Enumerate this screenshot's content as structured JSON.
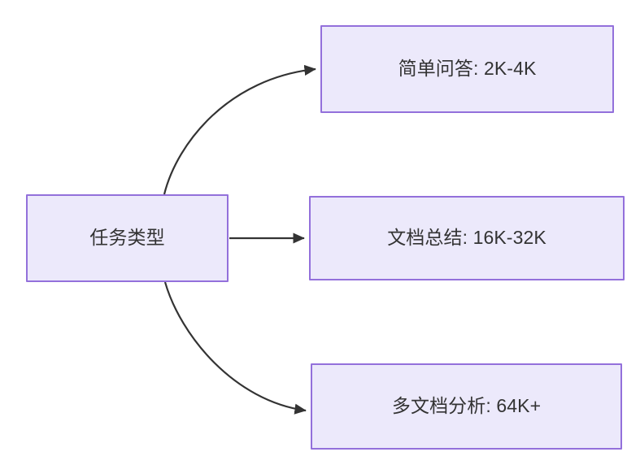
{
  "diagram": {
    "type": "flowchart",
    "orientation": "left-to-right",
    "background_color": "#ffffff",
    "node_fill_color": "#ece9fb",
    "node_border_color": "#9370db",
    "node_text_color": "#333333",
    "edge_color": "#333333",
    "nodes": [
      {
        "id": "source",
        "label": "任务类型"
      },
      {
        "id": "simple",
        "label": "简单问答: 2K-4K"
      },
      {
        "id": "doc",
        "label": "文档总结: 16K-32K"
      },
      {
        "id": "multidoc",
        "label": "多文档分析: 64K+"
      }
    ],
    "edges": [
      {
        "from": "source",
        "to": "simple",
        "label": "",
        "style": "curved",
        "arrow": "arrowhead-icon"
      },
      {
        "from": "source",
        "to": "doc",
        "label": "",
        "style": "straight",
        "arrow": "arrowhead-icon"
      },
      {
        "from": "source",
        "to": "multidoc",
        "label": "",
        "style": "curved",
        "arrow": "arrowhead-icon"
      }
    ]
  }
}
